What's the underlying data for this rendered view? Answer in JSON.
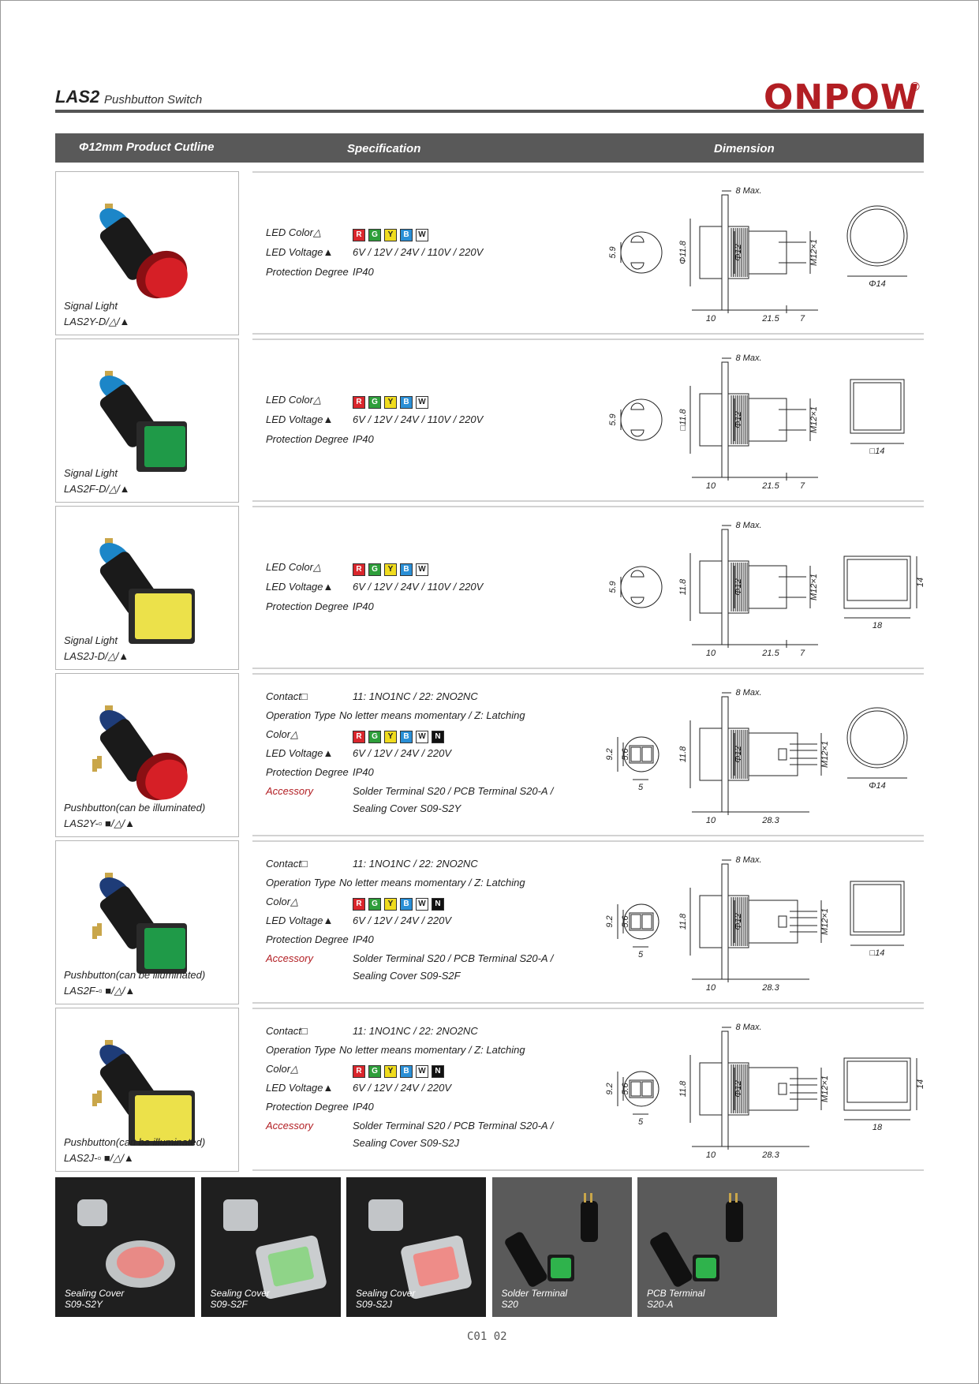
{
  "header": {
    "title_main": "LAS2",
    "title_sub": "Pushbutton Switch",
    "brand": "ONPOW",
    "brand_mark": "®"
  },
  "columns": {
    "outline": "Φ12mm Product Cutline",
    "spec": "Specification",
    "dimension": "Dimension"
  },
  "chip_colors": {
    "R": "#d9262c",
    "G": "#2e9e3a",
    "Y": "#f0dc1e",
    "B": "#2a8fd6",
    "W": "#ffffff",
    "N": "#111111"
  },
  "products": [
    {
      "type": "Signal Light",
      "model": "LAS2Y-D/△/▲",
      "shape": "round",
      "color": "#d61f26",
      "specs": [
        {
          "label": "LED Color△",
          "chips": [
            "R",
            "G",
            "Y",
            "B",
            "W"
          ]
        },
        {
          "label": "LED Voltage▲",
          "value": "6V / 12V / 24V / 110V / 220V"
        },
        {
          "label": "Protection Degree",
          "value": "IP40"
        }
      ],
      "dims": {
        "max": "8 Max.",
        "d1": "Φ11.8",
        "d2": "Φ12",
        "thread": "M12×1",
        "a": "10",
        "b": "21.5",
        "c": "7",
        "front": "Φ14",
        "front2": "",
        "hole": "5.9"
      }
    },
    {
      "type": "Signal Light",
      "model": "LAS2F-D/△/▲",
      "shape": "square",
      "color": "#1f9a48",
      "specs": [
        {
          "label": "LED Color△",
          "chips": [
            "R",
            "G",
            "Y",
            "B",
            "W"
          ]
        },
        {
          "label": "LED Voltage▲",
          "value": "6V / 12V / 24V / 110V / 220V"
        },
        {
          "label": "Protection Degree",
          "value": "IP40"
        }
      ],
      "dims": {
        "max": "8 Max.",
        "d1": "□11.8",
        "d2": "Φ12",
        "thread": "M12×1",
        "a": "10",
        "b": "21.5",
        "c": "7",
        "front": "□14",
        "front2": "",
        "hole": "5.9"
      }
    },
    {
      "type": "Signal Light",
      "model": "LAS2J-D/△/▲",
      "shape": "rect",
      "color": "#ece14a",
      "specs": [
        {
          "label": "LED Color△",
          "chips": [
            "R",
            "G",
            "Y",
            "B",
            "W"
          ]
        },
        {
          "label": "LED Voltage▲",
          "value": "6V / 12V / 24V / 110V / 220V"
        },
        {
          "label": "Protection Degree",
          "value": "IP40"
        }
      ],
      "dims": {
        "max": "8 Max.",
        "d1": "11.8",
        "d2": "Φ12",
        "thread": "M12×1",
        "a": "10",
        "b": "21.5",
        "c": "7",
        "front": "18",
        "front2": "14",
        "hole": "5.9"
      }
    },
    {
      "type": "Pushbutton(can be illuminated)",
      "model": "LAS2Y-▫ ■/△/▲",
      "shape": "round",
      "color": "#d61f26",
      "specs": [
        {
          "label": "Contact□",
          "value": "11: 1NO1NC / 22: 2NO2NC"
        },
        {
          "label": "Operation Type",
          "value": "No letter means momentary / Z: Latching"
        },
        {
          "label": "Color△",
          "chips": [
            "R",
            "G",
            "Y",
            "B",
            "W",
            "N"
          ]
        },
        {
          "label": "LED Voltage▲",
          "value": "6V / 12V / 24V / 220V"
        },
        {
          "label": "Protection Degree",
          "value": "IP40"
        },
        {
          "label": "Accessory",
          "value": "Solder Terminal S20 / PCB Terminal S20-A /",
          "value2": "Sealing Cover S09-S2Y",
          "red": true
        }
      ],
      "dims": {
        "max": "8 Max.",
        "d1": "11.8",
        "d2": "Φ12",
        "thread": "M12×1",
        "a": "10",
        "b": "28.3",
        "c": "",
        "front": "Φ14",
        "front2": "",
        "hole": "9.2",
        "hole2": "5.6",
        "hole3": "5"
      }
    },
    {
      "type": "Pushbutton(can be illuminated)",
      "model": "LAS2F-▫ ■/△/▲",
      "shape": "square",
      "color": "#1f9a48",
      "specs": [
        {
          "label": "Contact□",
          "value": "11: 1NO1NC / 22: 2NO2NC"
        },
        {
          "label": "Operation Type",
          "value": "No letter means momentary / Z: Latching"
        },
        {
          "label": "Color△",
          "chips": [
            "R",
            "G",
            "Y",
            "B",
            "W",
            "N"
          ]
        },
        {
          "label": "LED Voltage▲",
          "value": "6V / 12V / 24V / 220V"
        },
        {
          "label": "Protection Degree",
          "value": "IP40"
        },
        {
          "label": "Accessory",
          "value": "Solder Terminal S20 / PCB Terminal S20-A /",
          "value2": "Sealing Cover S09-S2F",
          "red": true
        }
      ],
      "dims": {
        "max": "8 Max.",
        "d1": "11.8",
        "d2": "Φ12",
        "thread": "M12×1",
        "a": "10",
        "b": "28.3",
        "c": "",
        "front": "□14",
        "front2": "",
        "hole": "9.2",
        "hole2": "5.6",
        "hole3": "5"
      }
    },
    {
      "type": "Pushbutton(can be illuminated)",
      "model": "LAS2J-▫ ■/△/▲",
      "shape": "rect",
      "color": "#ece14a",
      "specs": [
        {
          "label": "Contact□",
          "value": "11: 1NO1NC / 22: 2NO2NC"
        },
        {
          "label": "Operation Type",
          "value": "No letter means momentary / Z: Latching"
        },
        {
          "label": "Color△",
          "chips": [
            "R",
            "G",
            "Y",
            "B",
            "W",
            "N"
          ]
        },
        {
          "label": "LED Voltage▲",
          "value": "6V / 12V / 24V / 220V"
        },
        {
          "label": "Protection Degree",
          "value": "IP40"
        },
        {
          "label": "Accessory",
          "value": "Solder Terminal S20 / PCB Terminal S20-A /",
          "value2": "Sealing Cover S09-S2J",
          "red": true
        }
      ],
      "dims": {
        "max": "8 Max.",
        "d1": "11.8",
        "d2": "Φ12",
        "thread": "M12×1",
        "a": "10",
        "b": "28.3",
        "c": "",
        "front": "18",
        "front2": "14",
        "hole": "9.2",
        "hole2": "5.6",
        "hole3": "5"
      }
    }
  ],
  "accessories": [
    {
      "line1": "Sealing Cover",
      "line2": "S09-S2Y",
      "kind": "cover-round",
      "color": "#e88a86",
      "bg": "#1f1f1f"
    },
    {
      "line1": "Sealing Cover",
      "line2": "S09-S2F",
      "kind": "cover-square",
      "color": "#8fd488",
      "bg": "#1f1f1f"
    },
    {
      "line1": "Sealing Cover",
      "line2": "S09-S2J",
      "kind": "cover-square",
      "color": "#ee8c88",
      "bg": "#1f1f1f"
    },
    {
      "line1": "Solder Terminal",
      "line2": "S20",
      "kind": "terminal",
      "color": "#2fb34c",
      "bg": "#5a5a5a"
    },
    {
      "line1": "PCB Terminal",
      "line2": "S20-A",
      "kind": "terminal",
      "color": "#2fb34c",
      "bg": "#5a5a5a"
    }
  ],
  "page_number": "C01 02"
}
